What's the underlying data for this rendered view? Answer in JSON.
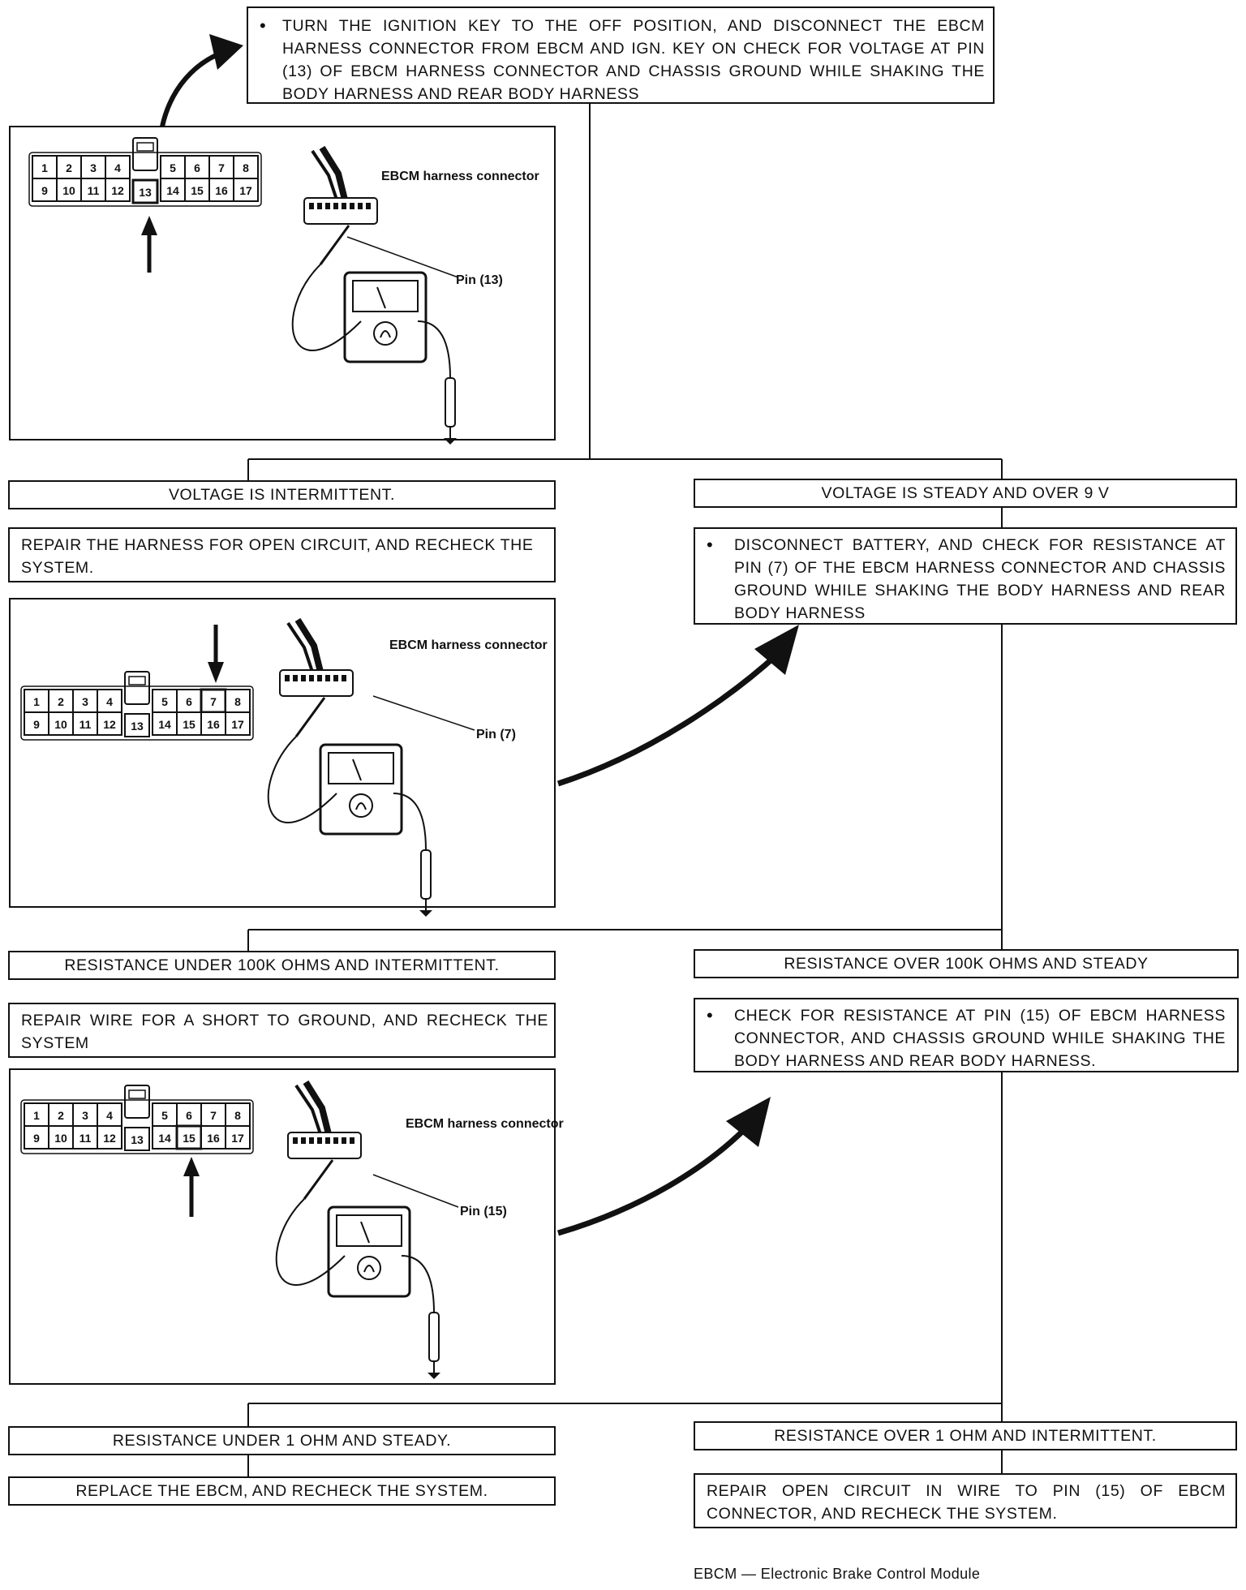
{
  "step1": {
    "bullet": "•",
    "text": "TURN THE IGNITION KEY TO THE OFF POSITION, AND DISCONNECT THE EBCM HARNESS CONNECTOR FROM EBCM AND IGN. KEY ON CHECK FOR VOLTAGE AT PIN (13) OF EBCM HARNESS CONNECTOR AND CHASSIS GROUND WHILE SHAKING THE BODY HARNESS AND REAR BODY HARNESS"
  },
  "figure1": {
    "connector_label": "EBCM harness connector",
    "pin_label": "Pin (13)",
    "highlight_pin": "13"
  },
  "branch1": {
    "left_result": "VOLTAGE IS INTERMITTENT.",
    "left_action": "REPAIR THE HARNESS FOR OPEN CIRCUIT, AND RECHECK THE SYSTEM.",
    "right_result": "VOLTAGE IS STEADY AND OVER 9 V",
    "right_bullet": "•",
    "right_action": "DISCONNECT BATTERY, AND CHECK FOR RESISTANCE AT PIN (7) OF THE EBCM HARNESS CONNECTOR AND CHASSIS GROUND WHILE SHAKING THE BODY HARNESS AND REAR BODY HARNESS"
  },
  "figure2": {
    "connector_label": "EBCM harness connector",
    "pin_label": "Pin (7)",
    "highlight_pin": "7"
  },
  "branch2": {
    "left_result": "RESISTANCE UNDER 100K OHMS AND INTERMITTENT.",
    "left_action": "REPAIR WIRE FOR A SHORT TO GROUND, AND RECHECK THE SYSTEM",
    "right_result": "RESISTANCE OVER 100K OHMS AND STEADY",
    "right_bullet": "•",
    "right_action": "CHECK FOR RESISTANCE AT PIN (15) OF EBCM HARNESS CONNECTOR, AND CHASSIS GROUND WHILE SHAKING THE BODY HARNESS AND REAR BODY HARNESS."
  },
  "figure3": {
    "connector_label": "EBCM harness connector",
    "pin_label": "Pin (15)",
    "highlight_pin": "15"
  },
  "branch3": {
    "left_result": "RESISTANCE UNDER 1 OHM AND STEADY.",
    "left_action": "REPLACE THE EBCM, AND RECHECK THE SYSTEM.",
    "right_result": "RESISTANCE OVER 1 OHM AND INTERMITTENT.",
    "right_action": "REPAIR OPEN CIRCUIT IN WIRE TO PIN (15) OF EBCM CONNECTOR, AND RECHECK THE SYSTEM."
  },
  "connector_pins": {
    "top_left": [
      "1",
      "2",
      "3",
      "4"
    ],
    "top_right": [
      "5",
      "6",
      "7",
      "8"
    ],
    "bottom_left": [
      "9",
      "10",
      "11",
      "12"
    ],
    "middle": "13",
    "bottom_right": [
      "14",
      "15",
      "16",
      "17"
    ]
  },
  "footnote": "EBCM — Electronic Brake Control Module"
}
